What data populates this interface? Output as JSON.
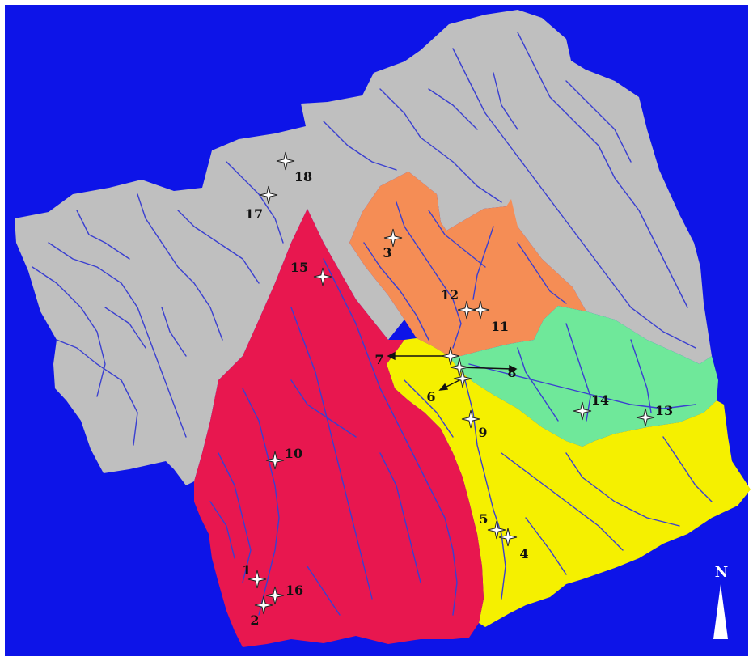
{
  "colors": {
    "water": "#0d14e8",
    "frame": "#ffffff",
    "basin_grey": "#bfbfbf",
    "basin_red": "#e8174f",
    "basin_orange": "#f58d55",
    "basin_green": "#6fe89a",
    "basin_yellow": "#f5f000",
    "river": "#3a3fd0",
    "star_fill": "#ffffff",
    "star_stroke": "#222222"
  },
  "north_arrow": {
    "label": "N"
  },
  "stations": [
    {
      "id": "1",
      "label": "1"
    },
    {
      "id": "2",
      "label": "2"
    },
    {
      "id": "3",
      "label": "3"
    },
    {
      "id": "4",
      "label": "4"
    },
    {
      "id": "5",
      "label": "5"
    },
    {
      "id": "6",
      "label": "6"
    },
    {
      "id": "7",
      "label": "7"
    },
    {
      "id": "8",
      "label": "8"
    },
    {
      "id": "9",
      "label": "9"
    },
    {
      "id": "10",
      "label": "10"
    },
    {
      "id": "11",
      "label": "11"
    },
    {
      "id": "12",
      "label": "12"
    },
    {
      "id": "13",
      "label": "13"
    },
    {
      "id": "14",
      "label": "14"
    },
    {
      "id": "15",
      "label": "15"
    },
    {
      "id": "16",
      "label": "16"
    },
    {
      "id": "17",
      "label": "17"
    },
    {
      "id": "18",
      "label": "18"
    }
  ]
}
